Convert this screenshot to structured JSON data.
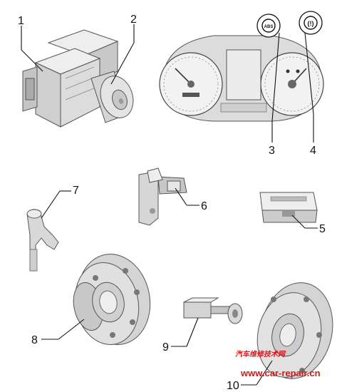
{
  "callouts": {
    "c1": "1",
    "c2": "2",
    "c3": "3",
    "c4": "4",
    "c5": "5",
    "c6": "6",
    "c7": "7",
    "c8": "8",
    "c9": "9",
    "c10": "10"
  },
  "cluster": {
    "abs_warning_label": "ABS",
    "brake_warning_label": "(!)"
  },
  "watermark": {
    "logo_text": "汽车维修技术网",
    "url": "www.car-repair.cn"
  },
  "colors": {
    "part_fill": "#d9d9d9",
    "part_shade": "#b5b5b5",
    "part_light": "#eeeeee",
    "watermark_red": "#e3141b"
  }
}
